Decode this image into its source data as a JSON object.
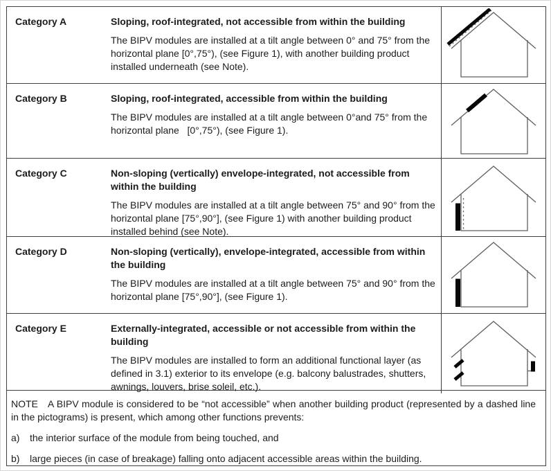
{
  "colors": {
    "border": "#3f3f3f",
    "text": "#1c1c1c",
    "module": "#070707"
  },
  "rows": [
    {
      "category": "Category A",
      "heading": "Sloping, roof-integrated, not accessible from within the building",
      "body": "The BIPV modules are installed at a tilt angle between 0° and 75° from the horizontal plane [0°,75°), (see Figure 1), with another building product installed underneath (see Note).",
      "icon": "pictogram-roof-module-dashed-icon"
    },
    {
      "category": "Category B",
      "heading": "Sloping, roof-integrated, accessible from within the building",
      "body": "The BIPV modules are installed at a tilt angle between 0°and 75° from the horizontal plane   [0°,75°), (see Figure 1).",
      "icon": "pictogram-roof-module-icon"
    },
    {
      "category": "Category C",
      "heading": "Non-sloping (vertically) envelope-integrated, not accessible from within the building",
      "body": "The BIPV modules are installed at a tilt angle between 75° and 90° from the horizontal plane [75°,90°], (see Figure 1) with another building product installed behind (see Note).",
      "icon": "pictogram-wall-module-dashed-icon"
    },
    {
      "category": "Category D",
      "heading": "Non-sloping (vertically), envelope-integrated, accessible from within the building",
      "body": "The BIPV modules are installed at a tilt angle between 75° and 90° from the horizontal plane [75°,90°], (see Figure 1).",
      "icon": "pictogram-wall-module-icon"
    },
    {
      "category": "Category E",
      "heading": "Externally-integrated, accessible or not accessible from within the building",
      "body": "The BIPV modules are installed to form an additional functional layer (as defined in 3.1) exterior to its envelope (e.g. balcony balustrades, shutters, awnings, louvers, brise soleil, etc.).",
      "icon": "pictogram-external-modules-icon"
    }
  ],
  "note": {
    "label": "NOTE",
    "text": "A BIPV module is considered to be “not accessible” when another building product (represented by a dashed line in the pictograms) is present, which among other functions prevents:",
    "items": [
      {
        "marker": "a)",
        "text": "the interior surface of the module from being touched, and"
      },
      {
        "marker": "b)",
        "text": "large pieces (in case of breakage) falling onto adjacent accessible areas within the building."
      }
    ]
  }
}
